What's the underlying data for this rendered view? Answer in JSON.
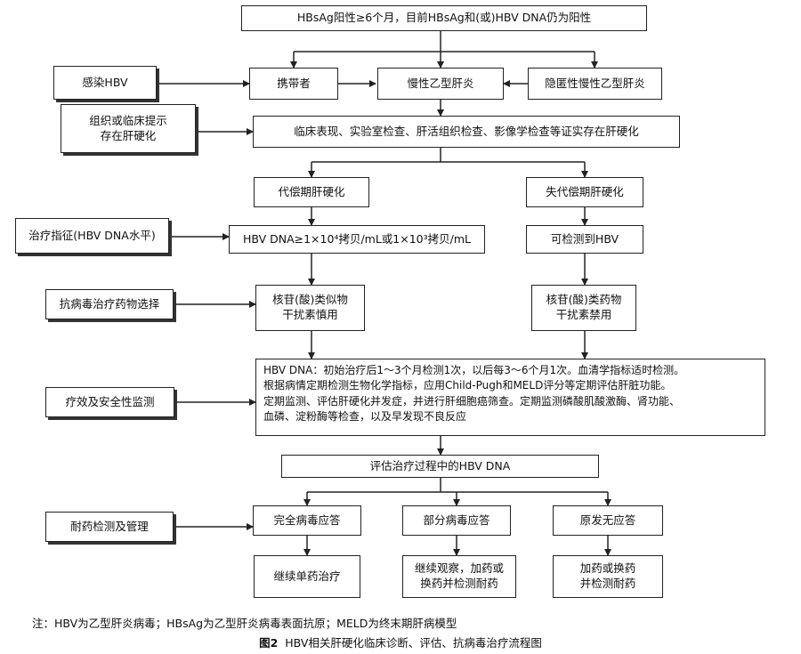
{
  "boxes": {
    "top": "HBsAg阳性≥6个月，目前HBsAg和(或)HBV DNA仍为阳性",
    "infection": "感染HBV",
    "carrier": "携带者",
    "chronic": "慢性乙型肝炎",
    "occult": "隐匿性慢性乙型肝炎",
    "tissue": "组织或临床提示\n存在肝硬化",
    "clinical": "临床表现、实验室检查、肝活组织检查、影像学检查等证实存在肝硬化",
    "compensated": "代偿期肝硬化",
    "decompensated": "失代偿期肝硬化",
    "indication": "治疗指征(HBV DNA水平)",
    "hbv_level": "HBV DNA≥1×10⁴拷贝/mL或1×10³拷贝/mL",
    "detectable": "可检测到HBV",
    "drug_choice": "抗病毒治疗药物选择",
    "drug_comp": "核苷(酸)类似物\n干扰素慎用",
    "drug_decomp": "核苷(酸)类药物\n干扰素禁用",
    "efficacy": "疗效及安全性监测",
    "monitor_lines": [
      "HBV DNA：初始治疗后1～3个月检测1次，以后每3～6个月1次。血清学指标适时检测。",
      "根据病情定期检测生物化学指标，应用Child-Pugh和MELD评分等定期评估肝脏功能。",
      "定期监测、评估肝硬化并发症，并进行肝细胞癌筛查。定期监测磷酸肌酸激酶、肾功能、",
      "血磷、淀粉酶等检查，以及早发现不良反应"
    ],
    "evaluate": "评估治疗过程中的HBV DNA",
    "resistance": "耐药检测及管理",
    "complete": "完全病毒应答",
    "partial": "部分病毒应答",
    "none": "原发无应答",
    "continue": "继续单药治疗",
    "observe": "继续观察，加药或\n换药并检测耐药",
    "add_drug": "加药或换药\n并检测耐药"
  },
  "note": "注：HBV为乙型肝炎病毒；HBsAg为乙型肝炎病毒表面抗原；MELD为终末期肝病模型",
  "caption": {
    "label": "图2",
    "text": "HBV相关肝硬化临床诊断、评估、抗病毒治疗流程图"
  },
  "colors": {
    "line": "#222222",
    "box_border": "#222222",
    "background": "#ffffff"
  }
}
